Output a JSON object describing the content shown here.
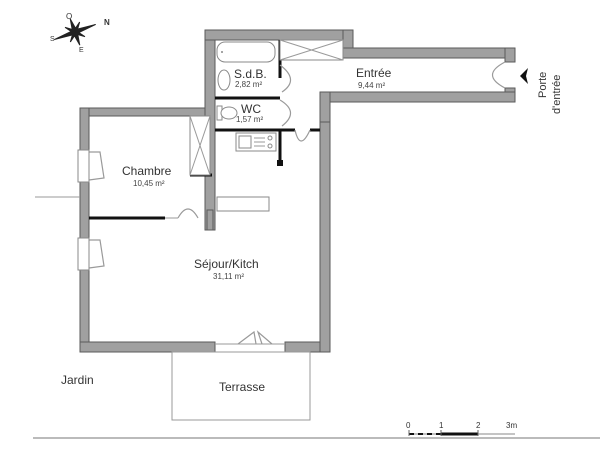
{
  "compass": {
    "north": "N",
    "south": "S",
    "east": "E",
    "west": "O"
  },
  "rooms": {
    "sdb": {
      "name": "S.d.B.",
      "area": "2,82 m²"
    },
    "wc": {
      "name": "WC",
      "area": "1,57 m²"
    },
    "entree": {
      "name": "Entrée",
      "area": "9,44 m²"
    },
    "chambre": {
      "name": "Chambre",
      "area": "10,45 m²"
    },
    "sejour": {
      "name": "Séjour/Kitch",
      "area": "31,11 m²"
    }
  },
  "outdoor": {
    "jardin": "Jardin",
    "terrasse": "Terrasse"
  },
  "entrance": {
    "line1": "Porte",
    "line2": "d'entrée"
  },
  "scale": {
    "ticks": [
      "0",
      "1",
      "2",
      "3m"
    ]
  },
  "colors": {
    "wall_fill": "#a0a0a0",
    "partition": "#111111",
    "background": "#ffffff"
  }
}
